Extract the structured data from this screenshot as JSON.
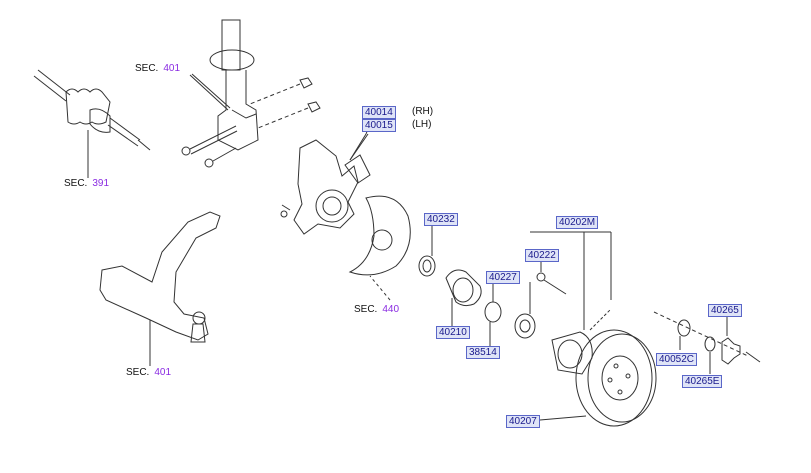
{
  "colors": {
    "label_bg": "#dfe4f7",
    "label_border": "#5a66c8",
    "label_text": "#1a1a8c",
    "section_number": "#8a2be2",
    "line": "#333333"
  },
  "sections": [
    {
      "word": "SEC.",
      "number": "401"
    },
    {
      "word": "SEC.",
      "number": "391"
    },
    {
      "word": "SEC.",
      "number": "440"
    },
    {
      "word": "SEC.",
      "number": "401"
    }
  ],
  "parts": {
    "p40014": "40014",
    "p40015": "40015",
    "p40232": "40232",
    "p40202M": "40202M",
    "p40222": "40222",
    "p40227": "40227",
    "p40210": "40210",
    "p38514": "38514",
    "p40207": "40207",
    "p40265": "40265",
    "p40052C": "40052C",
    "p40265E": "40265E"
  },
  "sides": {
    "rh": "(RH)",
    "lh": "(LH)"
  }
}
